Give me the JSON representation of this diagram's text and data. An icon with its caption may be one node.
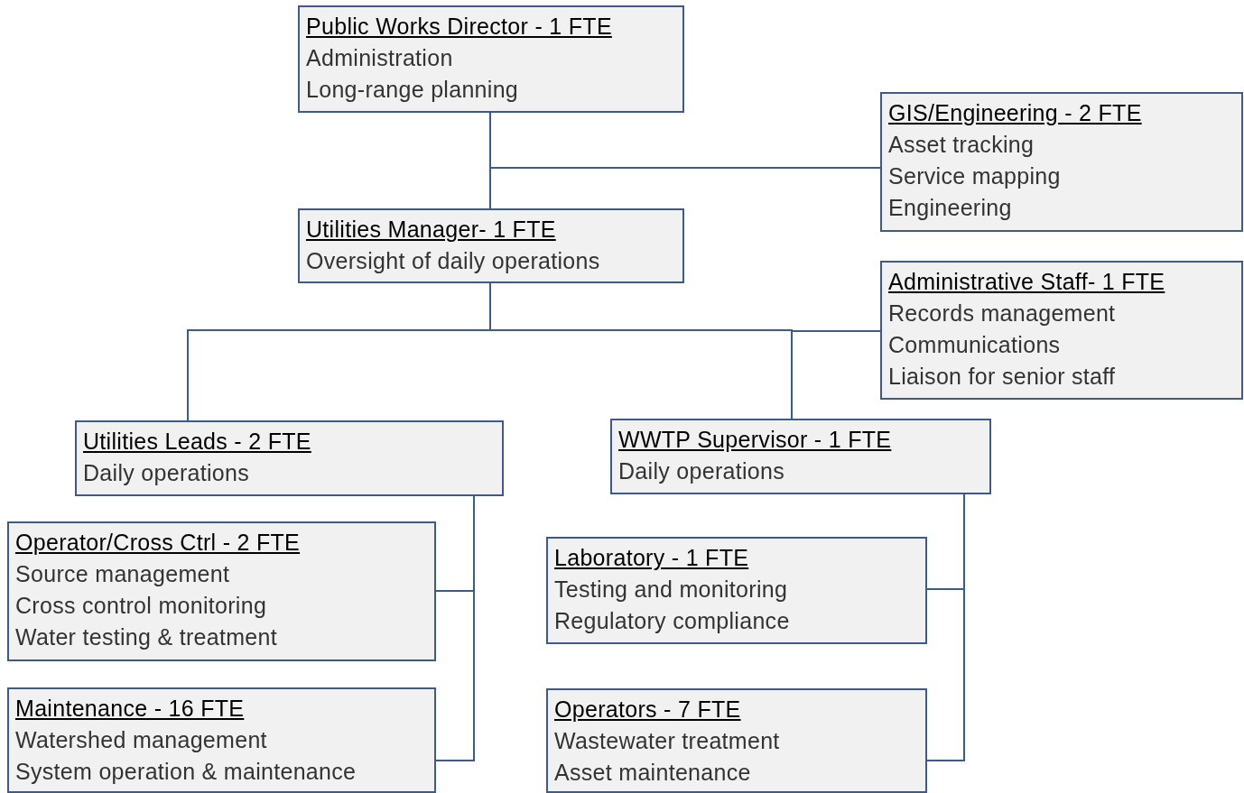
{
  "diagram": {
    "nodes": [
      {
        "text": [
          "Public Works Director - 1 FTE",
          "Administration",
          "Long-range planning"
        ]
      },
      {
        "text": [
          "GIS/Engineering - 2 FTE",
          "Asset tracking",
          "Service mapping",
          "Engineering"
        ]
      },
      {
        "text": [
          "Utilities Manager- 1 FTE",
          "Oversight of daily operations"
        ]
      },
      {
        "text": [
          "Administrative Staff- 1 FTE",
          "Records management",
          "Communications",
          "Liaison for senior staff"
        ]
      },
      {
        "text": [
          "Utilities Leads - 2 FTE",
          "Daily operations"
        ]
      },
      {
        "text": [
          "WWTP Supervisor - 1 FTE",
          "Daily operations"
        ]
      },
      {
        "text": [
          "Operator/Cross Ctrl - 2 FTE",
          "Source management",
          "Cross control monitoring",
          "Water testing & treatment"
        ]
      },
      {
        "text": [
          "Laboratory - 1 FTE",
          "Testing and monitoring",
          "Regulatory compliance"
        ]
      },
      {
        "text": [
          "Maintenance - 16 FTE",
          "Watershed management",
          "System operation & maintenance"
        ]
      },
      {
        "text": [
          "Operators - 7 FTE",
          "Wastewater treatment",
          "Asset maintenance"
        ]
      }
    ],
    "edges": [
      {
        "from": 0,
        "to": 2,
        "arrow": "none"
      },
      {
        "from": 0,
        "to": 1,
        "arrow": "none"
      },
      {
        "from": 2,
        "to": 4,
        "arrow": "none"
      },
      {
        "from": 2,
        "to": 5,
        "arrow": "none"
      },
      {
        "from": 2,
        "to": 3,
        "arrow": "none"
      },
      {
        "from": 4,
        "to": 6,
        "arrow": "none"
      },
      {
        "from": 4,
        "to": 8,
        "arrow": "none"
      },
      {
        "from": 5,
        "to": 7,
        "arrow": "none"
      },
      {
        "from": 5,
        "to": 9,
        "arrow": "none"
      }
    ]
  }
}
